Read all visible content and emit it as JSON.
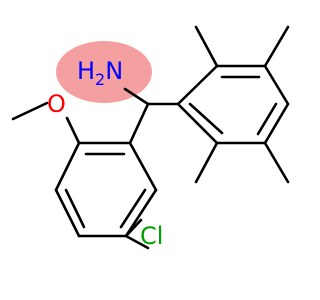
{
  "molecule": {
    "atoms": {
      "amine": {
        "symbol": "N",
        "hydrogens": "H",
        "count": "2",
        "color": "#0000ff",
        "highlight_color": "#f4a0a0"
      },
      "oxygen": {
        "symbol": "O",
        "color": "#ff0000"
      },
      "chlorine": {
        "symbol": "Cl",
        "color": "#00a000"
      }
    }
  }
}
